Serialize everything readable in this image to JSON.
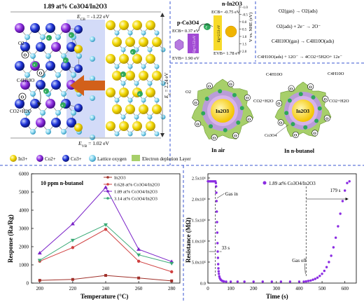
{
  "figure": {
    "crystal": {
      "title": "1.89 at% Co3O4/In2O3",
      "ecb": "E",
      "ecb_sub": "CB",
      "ecb_val": " = -1.22 eV",
      "evb": "E",
      "evb_sub": "VB",
      "evb_val": " = 1.02 eV",
      "eg": "E",
      "eg_sub": "g",
      "eg_val": " = 2.24 eV",
      "o2_label": "O2",
      "c4h10o_label": "C4H10O",
      "co2h2o_label": "CO2+H2O",
      "o_label": "O",
      "e_label": "e"
    },
    "bands": {
      "p_title": "p-Co3O4",
      "p_ecb": "ECB= 0.37 eV",
      "p_evb": "EVB= 1.90 eV",
      "p_eg": "Eg=1.53 eV",
      "n_title": "n-In2O3",
      "n_ecb": "ECB= -0.75 eV",
      "n_evb": "EVB= 1.78 eV",
      "n_eg": "Eg=2.53 eV",
      "axis_label": "V vs. NHE (eV)",
      "axis_ticks": [
        "-1.0",
        "-0.5",
        "0.0",
        "0.5",
        "1.0",
        "1.5",
        "2.0"
      ]
    },
    "reactions": [
      "O2(gas) → O2(ads)",
      "O2(ads) + 2e⁻ → 2O⁻",
      "C4H10O(gas) → C4H10O(ads)",
      "C4H10O(ads) + 12O⁻ → 4CO2+5H2O+ 12e⁻"
    ],
    "particles": {
      "air_label": "In air",
      "butanol_label": "In n-butanol",
      "core_label": "In2O3",
      "shell_label": "Co3O4",
      "o2": "O2",
      "c4h10o": "C4H10O",
      "co2h2o": "CO2+H2O"
    },
    "legend": {
      "in3": "In3+",
      "co2": "Co2+",
      "co3": "Co3+",
      "lattice": "Lattice oxygen",
      "depletion": "Electron depletion Layer"
    }
  },
  "chart_data": [
    {
      "type": "line",
      "title": "10 ppm n-butanol",
      "xlabel": "Temperature (°C)",
      "ylabel": "Response (Ra/Rg)",
      "x": [
        200,
        220,
        240,
        260,
        280
      ],
      "xlim": [
        195,
        285
      ],
      "ylim": [
        0,
        6000
      ],
      "yticks": [
        0,
        1000,
        2000,
        3000,
        4000,
        5000,
        6000
      ],
      "xticks": [
        200,
        220,
        240,
        260,
        280
      ],
      "series": [
        {
          "name": "In2O3",
          "color": "#a0302a",
          "marker": "square",
          "values": [
            150,
            200,
            420,
            280,
            120
          ]
        },
        {
          "name": "0.628 at% Co3O4/In2O3",
          "color": "#d04040",
          "marker": "circle",
          "values": [
            1200,
            1950,
            2950,
            1200,
            620
          ]
        },
        {
          "name": "1.89 at% Co3O4/In2O3",
          "color": "#7a22c8",
          "marker": "triangle",
          "values": [
            1650,
            3250,
            5250,
            1850,
            1180
          ]
        },
        {
          "name": "3.14 at% Co3O4/In2O3",
          "color": "#3aaa76",
          "marker": "triangle-down",
          "values": [
            1250,
            2350,
            3200,
            1550,
            1080
          ]
        }
      ]
    },
    {
      "type": "scatter",
      "xlabel": "Time (s)",
      "ylabel": "Resistance (MΩ)",
      "xlim": [
        0,
        650
      ],
      "ylim": [
        0,
        2.6
      ],
      "xticks": [
        0,
        100,
        200,
        300,
        400,
        500,
        600
      ],
      "yticks": [
        "0.0",
        "5.0x10⁵",
        "1.0x10⁶",
        "1.5x10⁶",
        "2.0x10⁶",
        "2.5x10⁶"
      ],
      "yticks_values": [
        0,
        0.5,
        1.0,
        1.5,
        2.0,
        2.5
      ],
      "series": [
        {
          "name": "1.89 at% Co3O4/In2O3",
          "color": "#8a2be2",
          "x": [
            0,
            5,
            10,
            15,
            20,
            25,
            30,
            33,
            35,
            36,
            37,
            38,
            39,
            40,
            41,
            42,
            43,
            44,
            45,
            46,
            47,
            48,
            50,
            52,
            55,
            58,
            62,
            66,
            70,
            80,
            100,
            130,
            160,
            200,
            240,
            280,
            320,
            360,
            400,
            420,
            430,
            440,
            450,
            460,
            470,
            480,
            490,
            500,
            510,
            520,
            530,
            540,
            550,
            560,
            570,
            580,
            590,
            600,
            610,
            620
          ],
          "y": [
            2.42,
            2.42,
            2.42,
            2.42,
            2.42,
            2.42,
            2.42,
            2.42,
            2.38,
            2.3,
            2.15,
            1.95,
            1.7,
            1.45,
            1.2,
            0.95,
            0.75,
            0.6,
            0.45,
            0.35,
            0.28,
            0.22,
            0.16,
            0.12,
            0.09,
            0.07,
            0.055,
            0.045,
            0.04,
            0.035,
            0.035,
            0.035,
            0.035,
            0.035,
            0.035,
            0.035,
            0.035,
            0.035,
            0.035,
            0.035,
            0.04,
            0.05,
            0.06,
            0.08,
            0.1,
            0.13,
            0.17,
            0.22,
            0.29,
            0.38,
            0.5,
            0.65,
            0.85,
            1.08,
            1.35,
            1.65,
            1.95,
            2.2,
            2.38,
            2.42
          ]
        }
      ],
      "annotations": {
        "gas_in": "Gas in",
        "gas_off": "Gas off",
        "resp_time": "33 s",
        "rec_time": "179 s",
        "legend": "1.89 at% Co3O4/In2O3"
      }
    }
  ]
}
